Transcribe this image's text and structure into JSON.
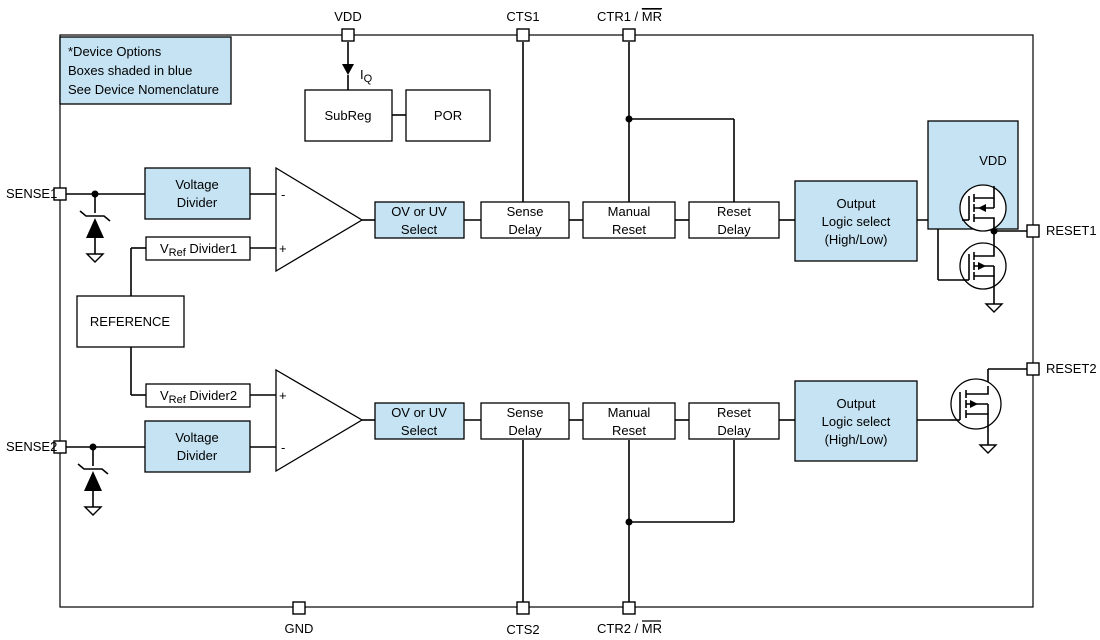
{
  "note": {
    "line1": "*Device Options",
    "line2": "Boxes shaded in blue",
    "line3": "See Device Nomenclature"
  },
  "pins": {
    "vdd": "VDD",
    "cts1": "CTS1",
    "ctr1_prefix": "CTR1 / ",
    "ctr1_bar": "MR",
    "sense1": "SENSE1",
    "sense2": "SENSE2",
    "reset1": "RESET1",
    "reset2": "RESET2",
    "gnd": "GND",
    "cts2": "CTS2",
    "ctr2_prefix": "CTR2 / ",
    "ctr2_bar": "MR"
  },
  "iq": {
    "main": "I",
    "sub": "Q"
  },
  "blocks": {
    "subreg": "SubReg",
    "por": "POR",
    "reference": "REFERENCE",
    "vd1_l1": "Voltage",
    "vd1_l2": "Divider",
    "vd2_l1": "Voltage",
    "vd2_l2": "Divider",
    "vref1_v": "V",
    "vref1_sub": "Ref",
    "vref1_rest": " Divider1",
    "vref2_v": "V",
    "vref2_sub": "Ref",
    "vref2_rest": " Divider2",
    "ovuv1_l1": "OV or UV",
    "ovuv1_l2": "Select",
    "ovuv2_l1": "OV or UV",
    "ovuv2_l2": "Select",
    "sd1_l1": "Sense",
    "sd1_l2": "Delay",
    "sd2_l1": "Sense",
    "sd2_l2": "Delay",
    "mr1_l1": "Manual",
    "mr1_l2": "Reset",
    "mr2_l1": "Manual",
    "mr2_l2": "Reset",
    "rd1_l1": "Reset",
    "rd1_l2": "Delay",
    "rd2_l1": "Reset",
    "rd2_l2": "Delay",
    "out1_l1": "Output",
    "out1_l2": "Logic select",
    "out1_l3": "(High/Low)",
    "out2_l1": "Output",
    "out2_l2": "Logic select",
    "out2_l3": "(High/Low)",
    "fet_vdd": "VDD"
  },
  "comparators": {
    "c1_minus": "-",
    "c1_plus": "+",
    "c2_plus": "+",
    "c2_minus": "-"
  },
  "colors": {
    "option_fill": "#c5e3f3",
    "line": "#000000"
  }
}
